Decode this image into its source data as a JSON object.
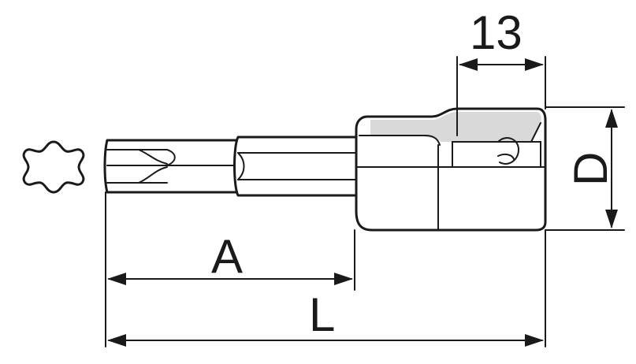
{
  "dimensions": {
    "shank_length_label": "A",
    "overall_length_label": "L",
    "drive_size_label": "13",
    "socket_diameter_label": "D"
  },
  "icons": {
    "tip_profile": "torx-star-icon"
  },
  "colors": {
    "line": "#1a1a1a",
    "shade": "#d9d9d9",
    "background": "#ffffff"
  }
}
